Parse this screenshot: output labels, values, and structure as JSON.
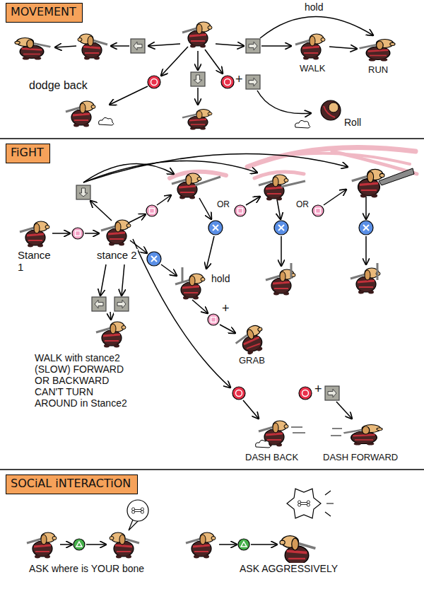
{
  "diagram": {
    "nodes": [
      {
        "text": [
          "MOVEMENT"
        ]
      },
      {
        "text": [
          "FiGHT"
        ]
      },
      {
        "text": [
          "SOCiAL iNTERACTiON"
        ]
      }
    ],
    "labels": [
      "hold",
      "WALK",
      "RUN",
      "dodge back",
      "+",
      "Roll",
      "OR",
      "OR",
      "Stance 1",
      "stance 2",
      "hold",
      "+",
      "GRAB",
      "WALK with stance2 (SLOW) FORWARD OR BACKWARD CAN'T TURN AROUND in Stance2",
      "+",
      "DASH BACK",
      "DASH FORWARD",
      "ASK where is YOUR bone",
      "ASK AGGRESSIVELY"
    ]
  }
}
